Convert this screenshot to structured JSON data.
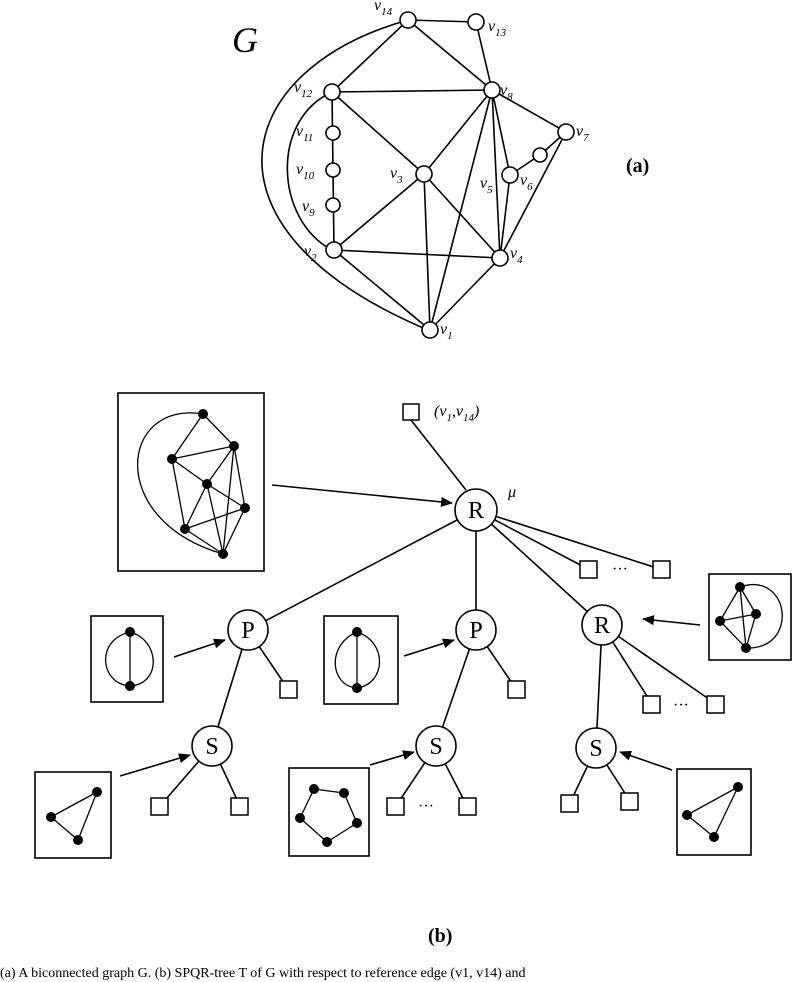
{
  "graph": {
    "name": "G",
    "panel_label": "(a)",
    "vertices": {
      "v14": {
        "base": "v",
        "sub": "14"
      },
      "v13": {
        "base": "v",
        "sub": "13"
      },
      "v12": {
        "base": "v",
        "sub": "12"
      },
      "v11": {
        "base": "v",
        "sub": "11"
      },
      "v10": {
        "base": "v",
        "sub": "10"
      },
      "v9": {
        "base": "v",
        "sub": "9"
      },
      "v8": {
        "base": "v",
        "sub": "8"
      },
      "v7": {
        "base": "v",
        "sub": "7"
      },
      "v6": {
        "base": "v",
        "sub": "6"
      },
      "v5": {
        "base": "v",
        "sub": "5"
      },
      "v4": {
        "base": "v",
        "sub": "4"
      },
      "v3": {
        "base": "v",
        "sub": "3"
      },
      "v2": {
        "base": "v",
        "sub": "2"
      },
      "v1": {
        "base": "v",
        "sub": "1"
      }
    }
  },
  "tree": {
    "panel_label": "(b)",
    "root_edge": {
      "open": "(v",
      "s1": "1",
      "mid": ",v",
      "s2": "14",
      "close": ")"
    },
    "root_label": "μ",
    "nodes": {
      "root": "R",
      "p1": "P",
      "p2": "P",
      "r2": "R",
      "s1": "S",
      "s2": "S",
      "s3": "S"
    },
    "ellipsis": "···"
  },
  "caption": "(a) A biconnected graph G. (b) SPQR-tree T of G with respect to reference edge (v1, v14) and"
}
